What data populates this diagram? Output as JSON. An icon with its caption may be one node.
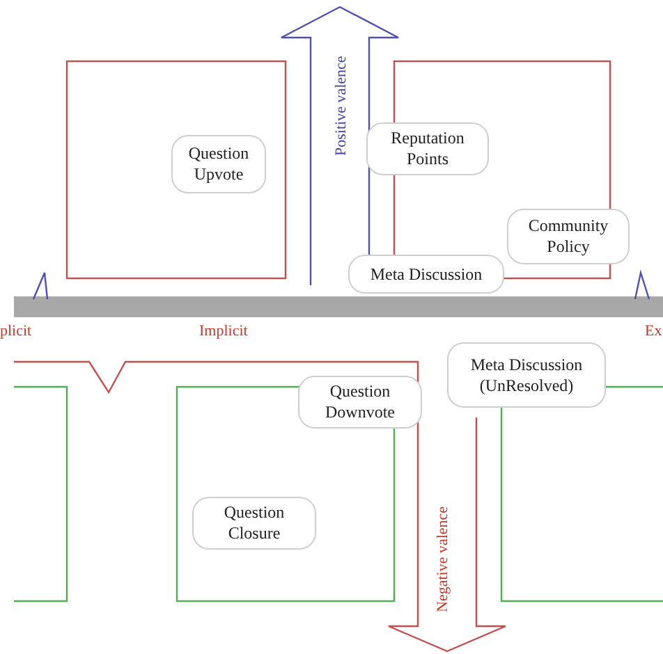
{
  "diagram": {
    "nodes": [
      {
        "text": [
          "Question Upvote"
        ]
      },
      {
        "text": [
          "Reputation Points"
        ]
      },
      {
        "text": [
          "Community Policy"
        ]
      },
      {
        "text": [
          "Meta Discussion"
        ]
      },
      {
        "text": [
          "Question Downvote"
        ]
      },
      {
        "text": [
          "Meta Discussion (UnResolved)"
        ]
      },
      {
        "text": [
          "Question Closure"
        ]
      }
    ],
    "labels": [
      "Positive valence",
      "plicit",
      "Implicit",
      "Ex",
      "Negative valence"
    ]
  }
}
